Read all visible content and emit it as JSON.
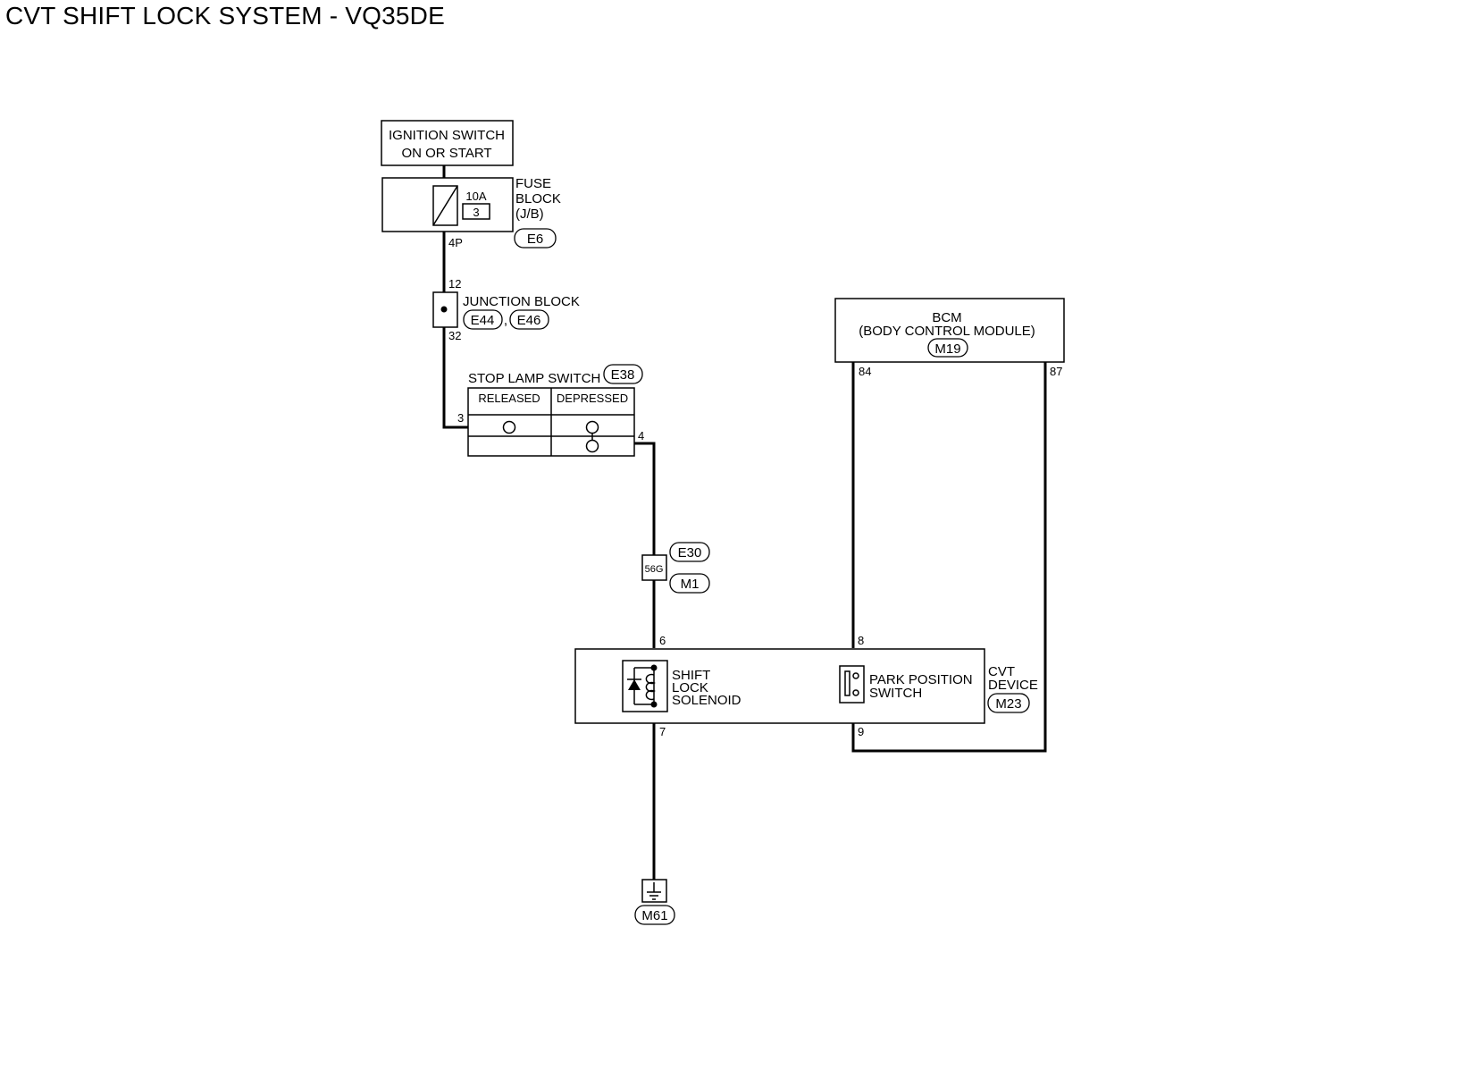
{
  "title": "CVT SHIFT LOCK SYSTEM - VQ35DE",
  "ignition_switch": {
    "line1": "IGNITION SWITCH",
    "line2": "ON OR START"
  },
  "fuse_block": {
    "amp": "10A",
    "number": "3",
    "line1": "FUSE",
    "line2": "BLOCK",
    "line3": "(J/B)",
    "connector": "E6",
    "pin_out": "4P"
  },
  "junction_block": {
    "label": "JUNCTION BLOCK",
    "pin_in": "12",
    "pin_out": "32",
    "connectors": [
      "E44",
      "E46"
    ],
    "separator": ","
  },
  "stop_lamp_switch": {
    "label": "STOP LAMP SWITCH",
    "connector": "E38",
    "col_released": "RELEASED",
    "col_depressed": "DEPRESSED",
    "pin_in": "3",
    "pin_out": "4"
  },
  "harness_connector": {
    "pin": "56G",
    "connector_top": "E30",
    "connector_bottom": "M1"
  },
  "bcm": {
    "line1": "BCM",
    "line2": "(BODY CONTROL MODULE)",
    "connector": "M19",
    "pin_left": "84",
    "pin_right": "87"
  },
  "cvt_device": {
    "line1": "CVT",
    "line2": "DEVICE",
    "connector": "M23",
    "pin_solenoid_in": "6",
    "pin_solenoid_out": "7",
    "pin_switch_in": "8",
    "pin_switch_out": "9",
    "solenoid": {
      "line1": "SHIFT",
      "line2": "LOCK",
      "line3": "SOLENOID"
    },
    "park_switch": {
      "line1": "PARK POSITION",
      "line2": "SWITCH"
    }
  },
  "ground": {
    "connector": "M61"
  }
}
